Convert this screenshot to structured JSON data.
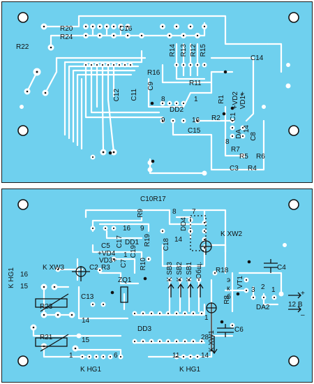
{
  "top_board": {
    "labels": {
      "r20": "R20",
      "r24": "R24",
      "r22": "R22",
      "c16": "C16",
      "r14": "R14",
      "r13": "R13",
      "r12": "R12",
      "r15": "R15",
      "c14": "C14",
      "r16": "R16",
      "c9": "C9",
      "r11": "R11",
      "c12": "C12",
      "c11": "C11",
      "pin8": "8",
      "dd2": "DD2",
      "pin1": "1",
      "pin9": "9",
      "pin16": "16",
      "c15": "C15",
      "r1": "R1",
      "vd2": "+VD2",
      "vd1": "VD1+",
      "r2": "R2",
      "c1": "C1",
      "da": "DA",
      "pin14": "14",
      "c8": "C8",
      "pin8b": "8",
      "r7": "R7",
      "r5": "R5",
      "r6": "R6",
      "c3": "C3",
      "r4": "R4",
      "plus": "+"
    }
  },
  "bottom_board": {
    "labels": {
      "c10r17": "C10R17",
      "r9": "R9",
      "pin8": "8",
      "pin7": "7",
      "dd4": "DD4",
      "pin16": "16",
      "pin9": "9",
      "r19": "R19",
      "kxw2": "K XW2",
      "c5": "C5",
      "c17": "C17",
      "dd1": "DD1",
      "c18": "C18",
      "vd4": "+VD4",
      "vd3": "VD3+",
      "c19": "C19",
      "pin1": "1",
      "pin14": "14",
      "c7": "C7",
      "r10": "R10",
      "khg1_left": "K HG1",
      "pin16b": "16",
      "pin15": "15",
      "kxw3": "K XW3",
      "c2": "C2",
      "r3": "R3",
      "ksb3": "K SB3",
      "ksb2": "K SB2",
      "ksb1": "K SB1",
      "obsh": "Общ.",
      "r18": "R18",
      "c4": "C4",
      "zq1": "ZQ1",
      "c13": "C13",
      "r23": "R23",
      "r8": "R8",
      "vt1": "VT1",
      "e": "э",
      "k": "к",
      "b": "б",
      "pin3": "3",
      "pin2": "2",
      "pin1b": "1",
      "da2": "DA2",
      "v12": "12 В",
      "plus": "+",
      "minus": "–",
      "pin14b": "14",
      "pin1c": "1",
      "dd3": "DD3",
      "c6": "C6",
      "r21": "R21",
      "pin15b": "15",
      "pin28": "28",
      "pin1d": "1",
      "pin6": "6",
      "pin11": "11",
      "pin14c": "14",
      "khg1_bottom_left": "K HG1",
      "khg1_bottom_right": "K HG1",
      "kxw1": "K XW1"
    }
  }
}
